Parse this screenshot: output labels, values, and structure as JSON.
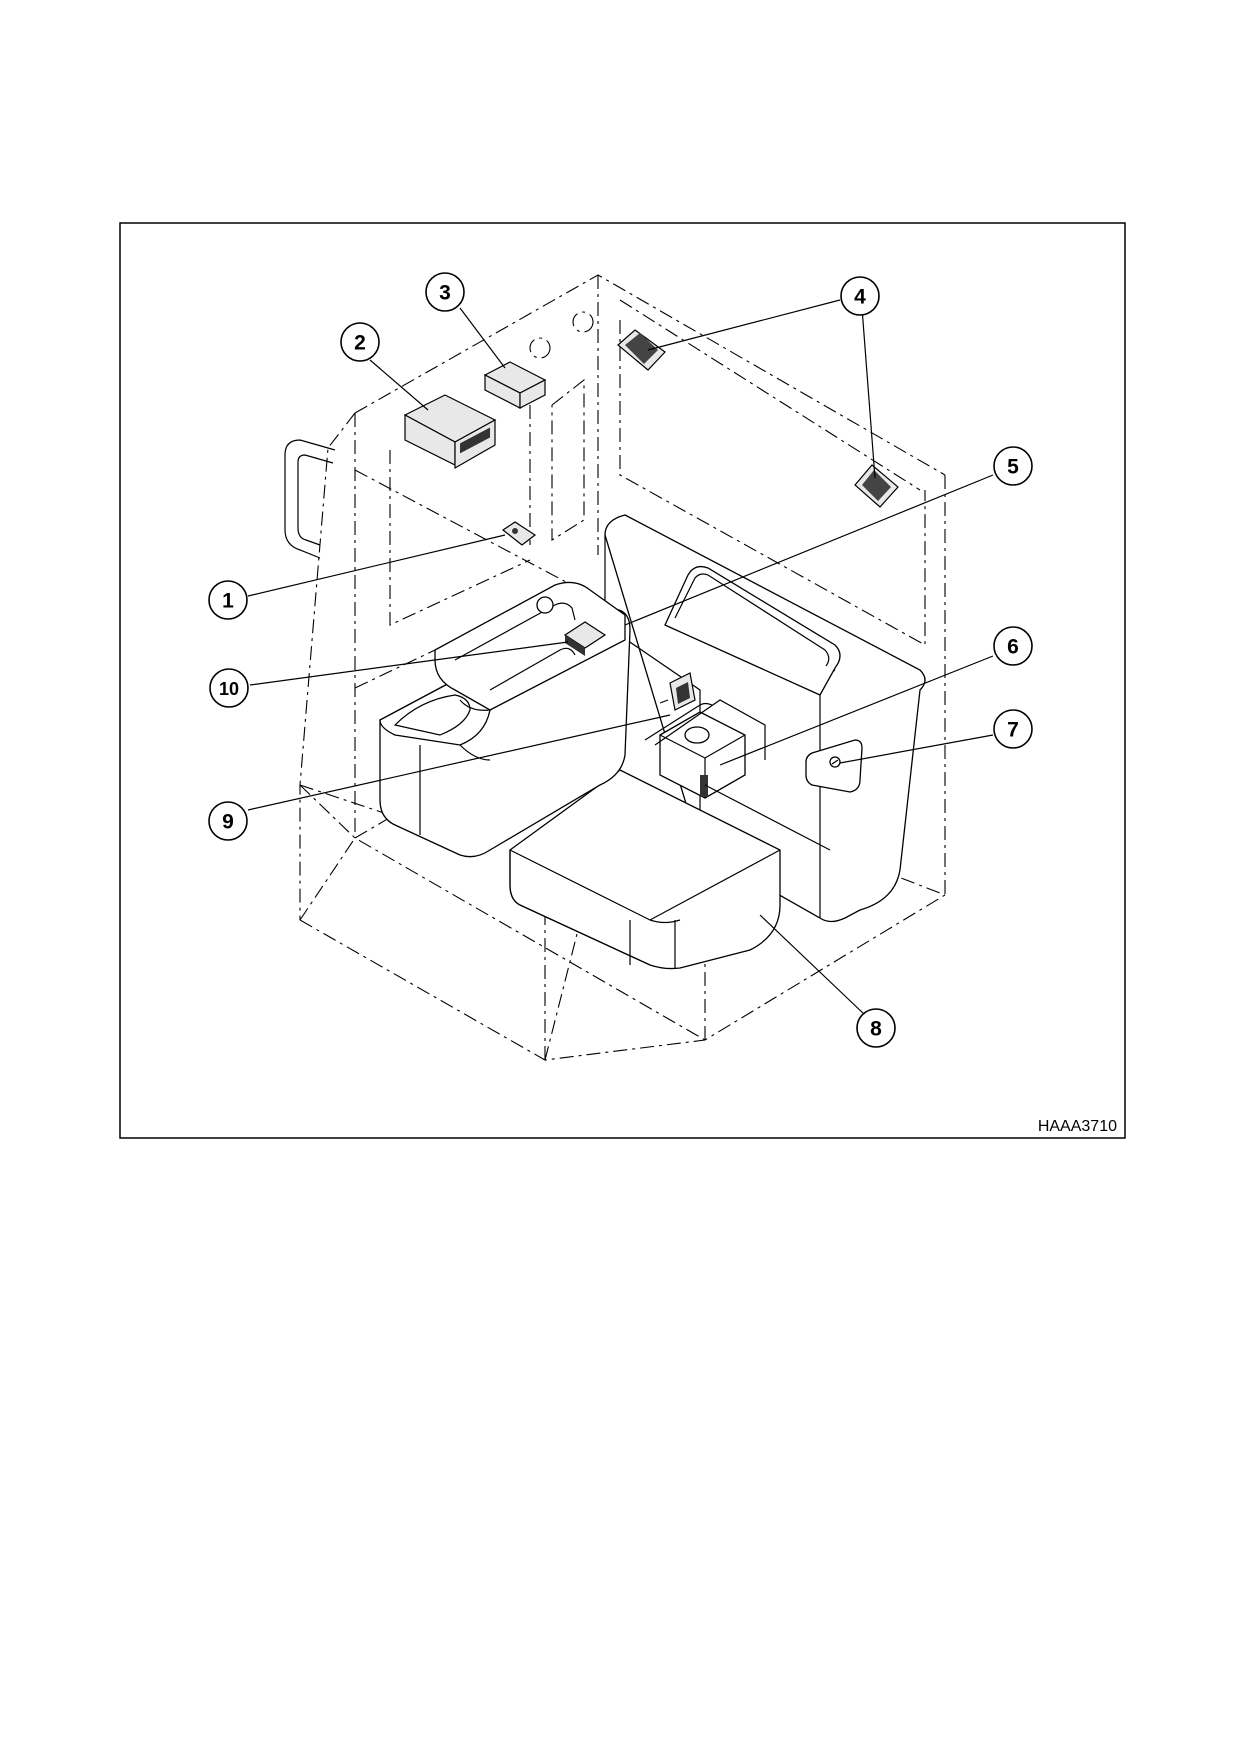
{
  "figure": {
    "code": "HAAA3710"
  },
  "callouts": [
    {
      "id": "1",
      "label": "1"
    },
    {
      "id": "2",
      "label": "2"
    },
    {
      "id": "3",
      "label": "3"
    },
    {
      "id": "4",
      "label": "4"
    },
    {
      "id": "5",
      "label": "5"
    },
    {
      "id": "6",
      "label": "6"
    },
    {
      "id": "7",
      "label": "7"
    },
    {
      "id": "8",
      "label": "8"
    },
    {
      "id": "9",
      "label": "9"
    },
    {
      "id": "10",
      "label": "10"
    }
  ]
}
